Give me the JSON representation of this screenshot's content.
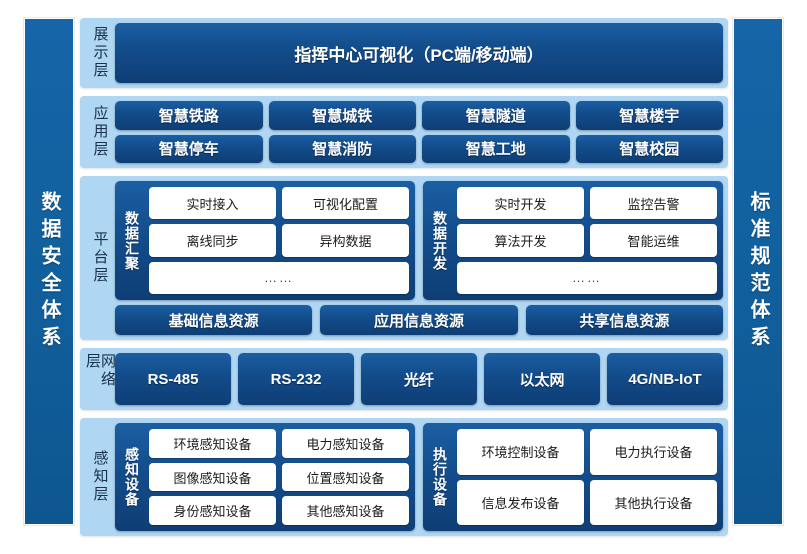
{
  "pillars": {
    "left": {
      "text": "数据安全体系"
    },
    "right": {
      "text": "标准规范体系"
    }
  },
  "colors": {
    "dark_blue": "#134D8C",
    "pillar_blue": "#11619F",
    "panel_light_blue": "#AFD6F2",
    "chip_white": "#FFFFFF",
    "page_background": "#FFFFFF"
  },
  "layers": {
    "display": {
      "label": "展示层",
      "banner": "指挥中心可视化（PC端/移动端）"
    },
    "application": {
      "label": "应用层",
      "row1": [
        "智慧铁路",
        "智慧城铁",
        "智慧隧道",
        "智慧楼宇"
      ],
      "row2": [
        "智慧停车",
        "智慧消防",
        "智慧工地",
        "智慧校园"
      ]
    },
    "platform": {
      "label": "平台层",
      "groups": [
        {
          "label": "数据汇聚",
          "row1": [
            "实时接入",
            "可视化配置"
          ],
          "row2": [
            "离线同步",
            "异构数据"
          ],
          "row3": [
            "……"
          ]
        },
        {
          "label": "数据开发",
          "row1": [
            "实时开发",
            "监控告警"
          ],
          "row2": [
            "算法开发",
            "智能运维"
          ],
          "row3": [
            "……"
          ]
        }
      ],
      "resources": [
        "基础信息资源",
        "应用信息资源",
        "共享信息资源"
      ]
    },
    "network": {
      "label": "网络层",
      "items": [
        "RS-485",
        "RS-232",
        "光纤",
        "以太网",
        "4G/NB-IoT"
      ]
    },
    "sensing": {
      "label": "感知层",
      "groups": [
        {
          "label": "感知设备",
          "row1": [
            "环境感知设备",
            "电力感知设备"
          ],
          "row2": [
            "图像感知设备",
            "位置感知设备"
          ],
          "row3": [
            "身份感知设备",
            "其他感知设备"
          ]
        },
        {
          "label": "执行设备",
          "row1": [
            "环境控制设备",
            "电力执行设备"
          ],
          "row2": [
            "信息发布设备",
            "其他执行设备"
          ]
        }
      ]
    }
  }
}
